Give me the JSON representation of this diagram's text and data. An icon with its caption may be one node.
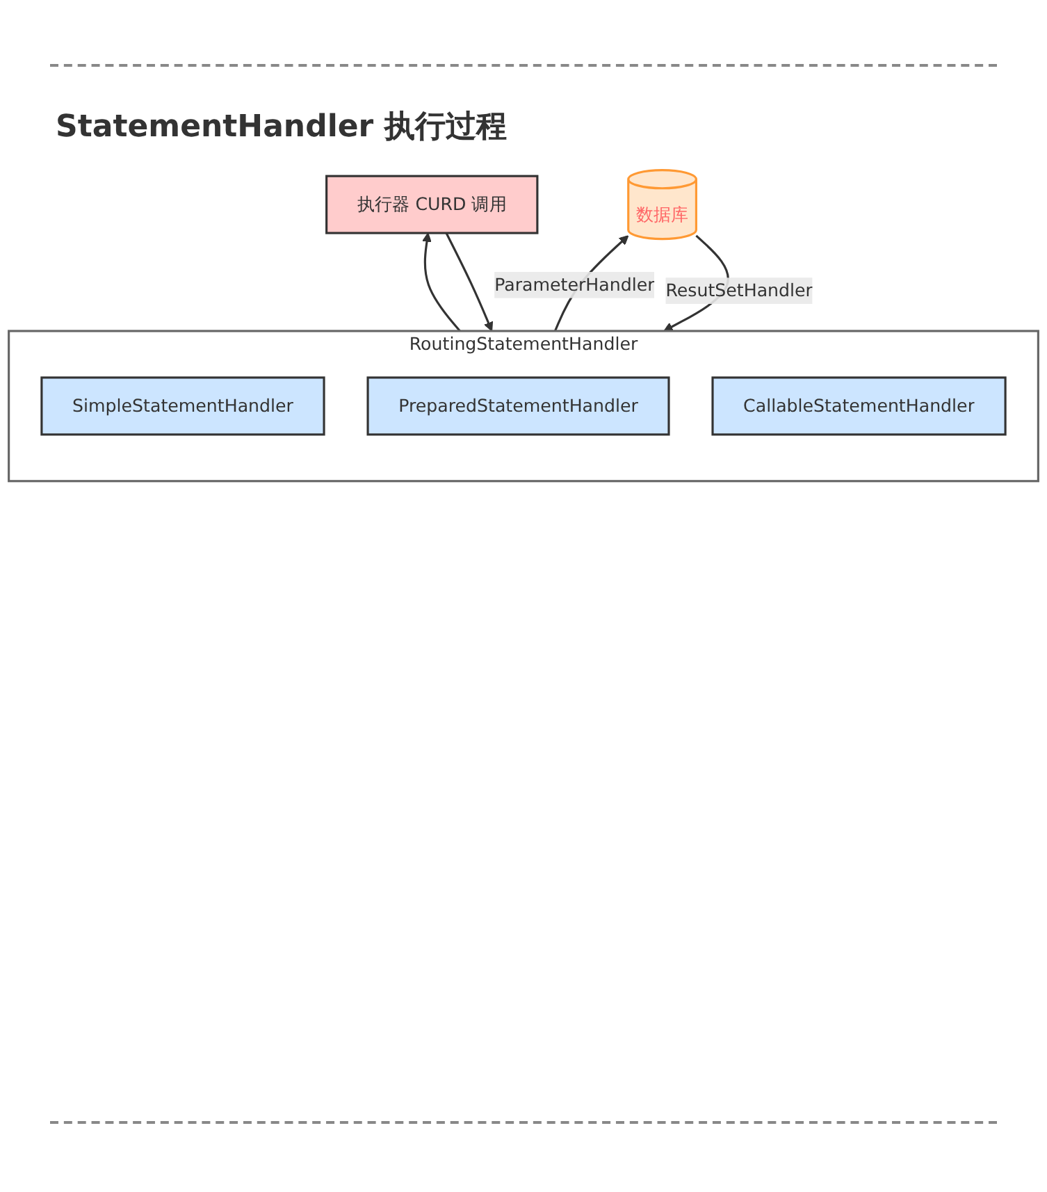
{
  "diagram": {
    "title": "StatementHandler 执行过程",
    "nodes": [
      {
        "text": [
          "执行器 CURD 调用"
        ]
      },
      {
        "text": [
          "RoutingStatementHandler"
        ]
      },
      {
        "text": [
          "SimpleStatementHandler"
        ],
        "in": 1
      },
      {
        "text": [
          "PreparedStatementHandler"
        ],
        "in": 1
      },
      {
        "text": [
          "CallableStatementHandler"
        ],
        "in": 1
      },
      {
        "text": [
          "数据库"
        ]
      }
    ],
    "edges": [
      {
        "from": 1,
        "to": 0,
        "arrow": "to"
      },
      {
        "from": 0,
        "to": 1,
        "arrow": "to"
      },
      {
        "from": 5,
        "to": 1,
        "arrow": "to",
        "label": "ResutSetHandler"
      },
      {
        "from": 1,
        "to": 5,
        "arrow": "to",
        "label": "ParameterHandler"
      }
    ]
  }
}
